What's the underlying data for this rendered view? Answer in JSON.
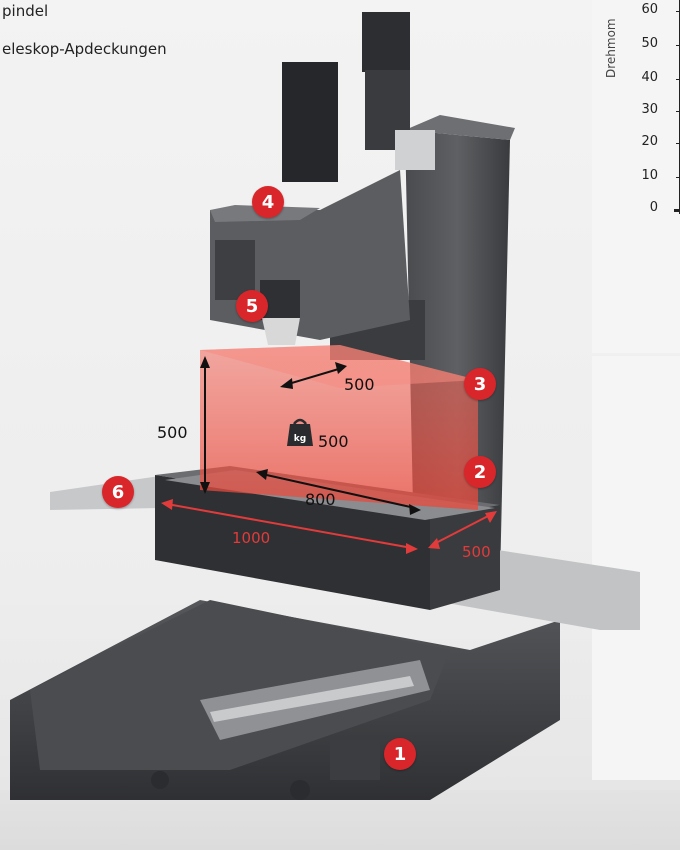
{
  "legend": {
    "line1": "pindel",
    "line2": "eleskop-Apdeckungen"
  },
  "chart": {
    "ylabel": "Drehmom",
    "ticks": [
      "60",
      "50",
      "40",
      "30",
      "20",
      "10",
      "0"
    ]
  },
  "markers": [
    "1",
    "2",
    "3",
    "4",
    "5",
    "6"
  ],
  "dimensions": {
    "z_height": "500",
    "y_depth_top": "500",
    "x_travel": "800",
    "table_length": "1000",
    "table_width": "500",
    "load_value": "500",
    "load_unit": "kg"
  },
  "colors": {
    "marker_red": "#d8262b",
    "workspace_red": "#f04a3c",
    "dimension_red": "#e23b3b",
    "machine_dark": "#3a3b3d"
  }
}
